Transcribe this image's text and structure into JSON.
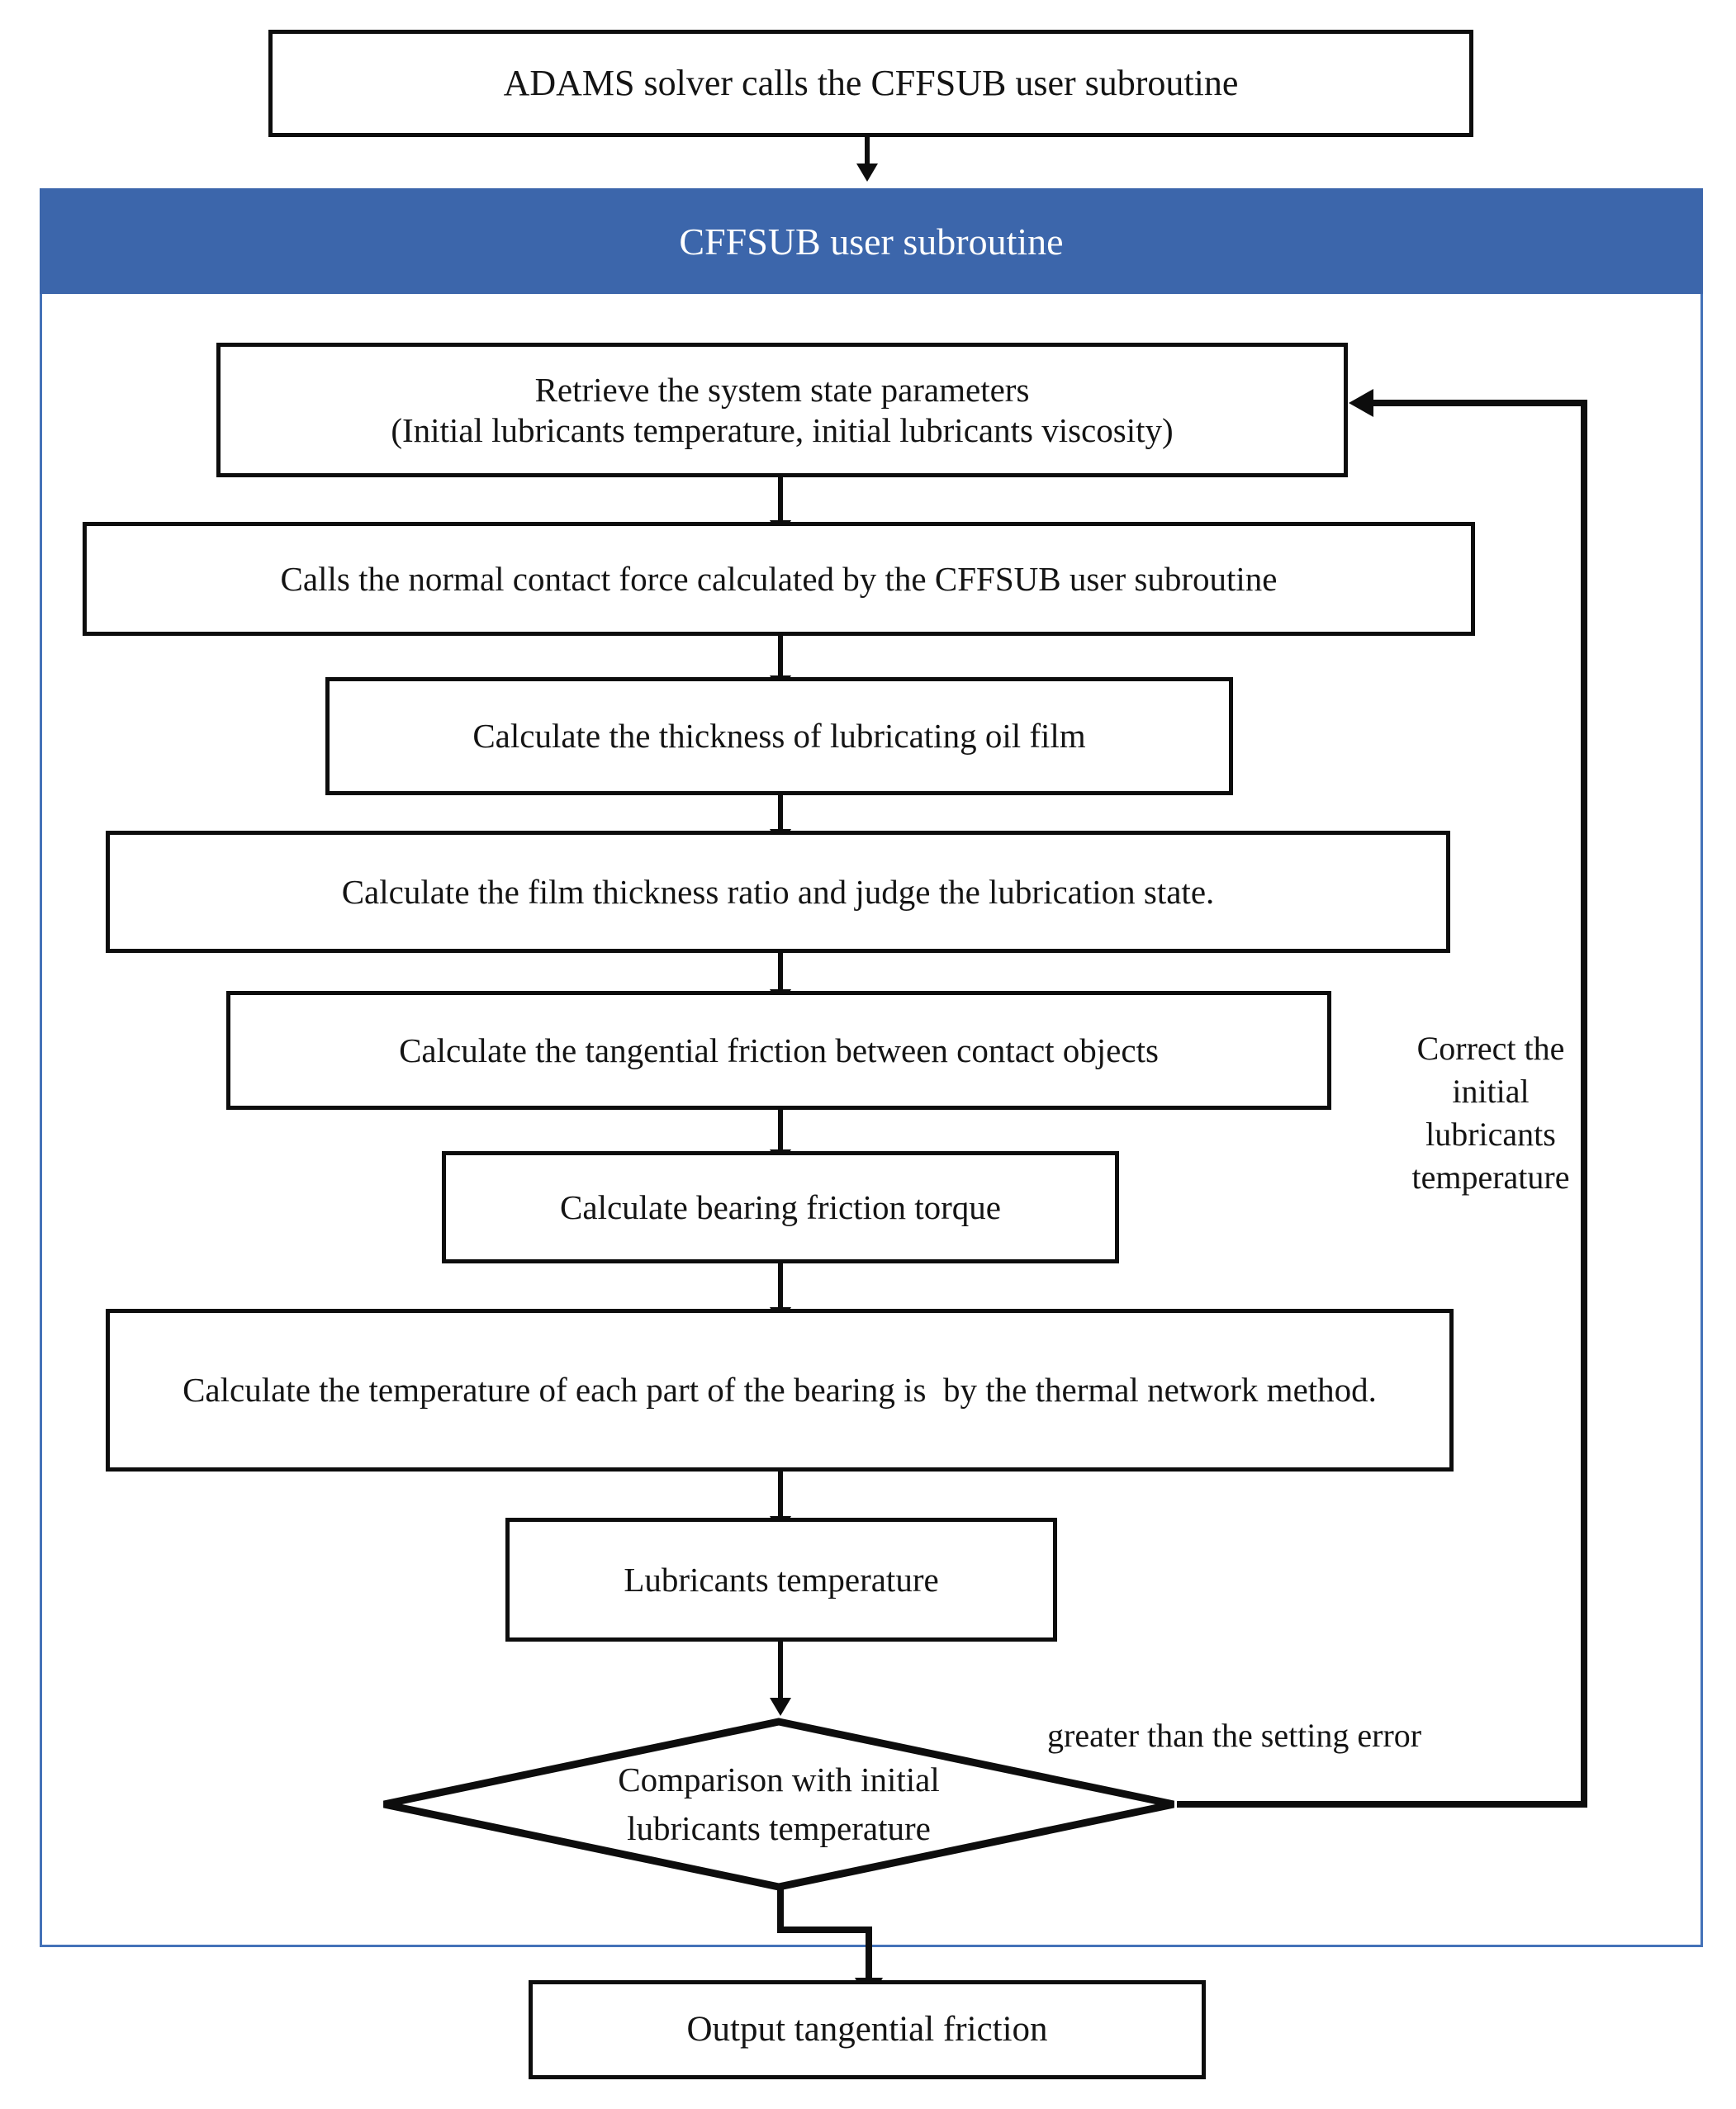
{
  "diagram": {
    "title": "ADAMS CFFSUB friction subroutine flowchart",
    "type": "flowchart",
    "accent_color": "#3c66ab",
    "container_border_color": "#4472b8",
    "node_border_color": "#0d0d0d",
    "text_color": "#141414",
    "background": "#ffffff"
  },
  "nodes": {
    "entry": {
      "label": "ADAMS solver calls the CFFSUB user subroutine",
      "shape": "rectangle"
    },
    "container_header": {
      "label": "CFFSUB user subroutine",
      "shape": "banner"
    },
    "step1": {
      "label": "Retrieve the system state parameters\n(Initial lubricants temperature, initial lubricants viscosity)",
      "shape": "rectangle"
    },
    "step2": {
      "label": "Calls the normal contact force calculated by the CFFSUB user subroutine",
      "shape": "rectangle"
    },
    "step3": {
      "label": "Calculate the thickness of lubricating oil film",
      "shape": "rectangle"
    },
    "step4": {
      "label": "Calculate the film thickness ratio and judge the lubrication state.",
      "shape": "rectangle"
    },
    "step5": {
      "label": "Calculate the tangential friction between contact objects",
      "shape": "rectangle"
    },
    "step6": {
      "label": "Calculate bearing friction torque",
      "shape": "rectangle"
    },
    "step7": {
      "label": "Calculate the temperature of each part of the bearing is  by the thermal network method.",
      "shape": "rectangle"
    },
    "step8": {
      "label": "Lubricants temperature",
      "shape": "rectangle"
    },
    "decision": {
      "label_line1": "Comparison with initial",
      "label_line2": "lubricants temperature",
      "shape": "diamond"
    },
    "output": {
      "label": "Output tangential friction",
      "shape": "rectangle"
    }
  },
  "edge_labels": {
    "greater_error": "greater than the setting error",
    "correct_feedback": "Correct the\ninitial\nlubricants\ntemperature"
  }
}
